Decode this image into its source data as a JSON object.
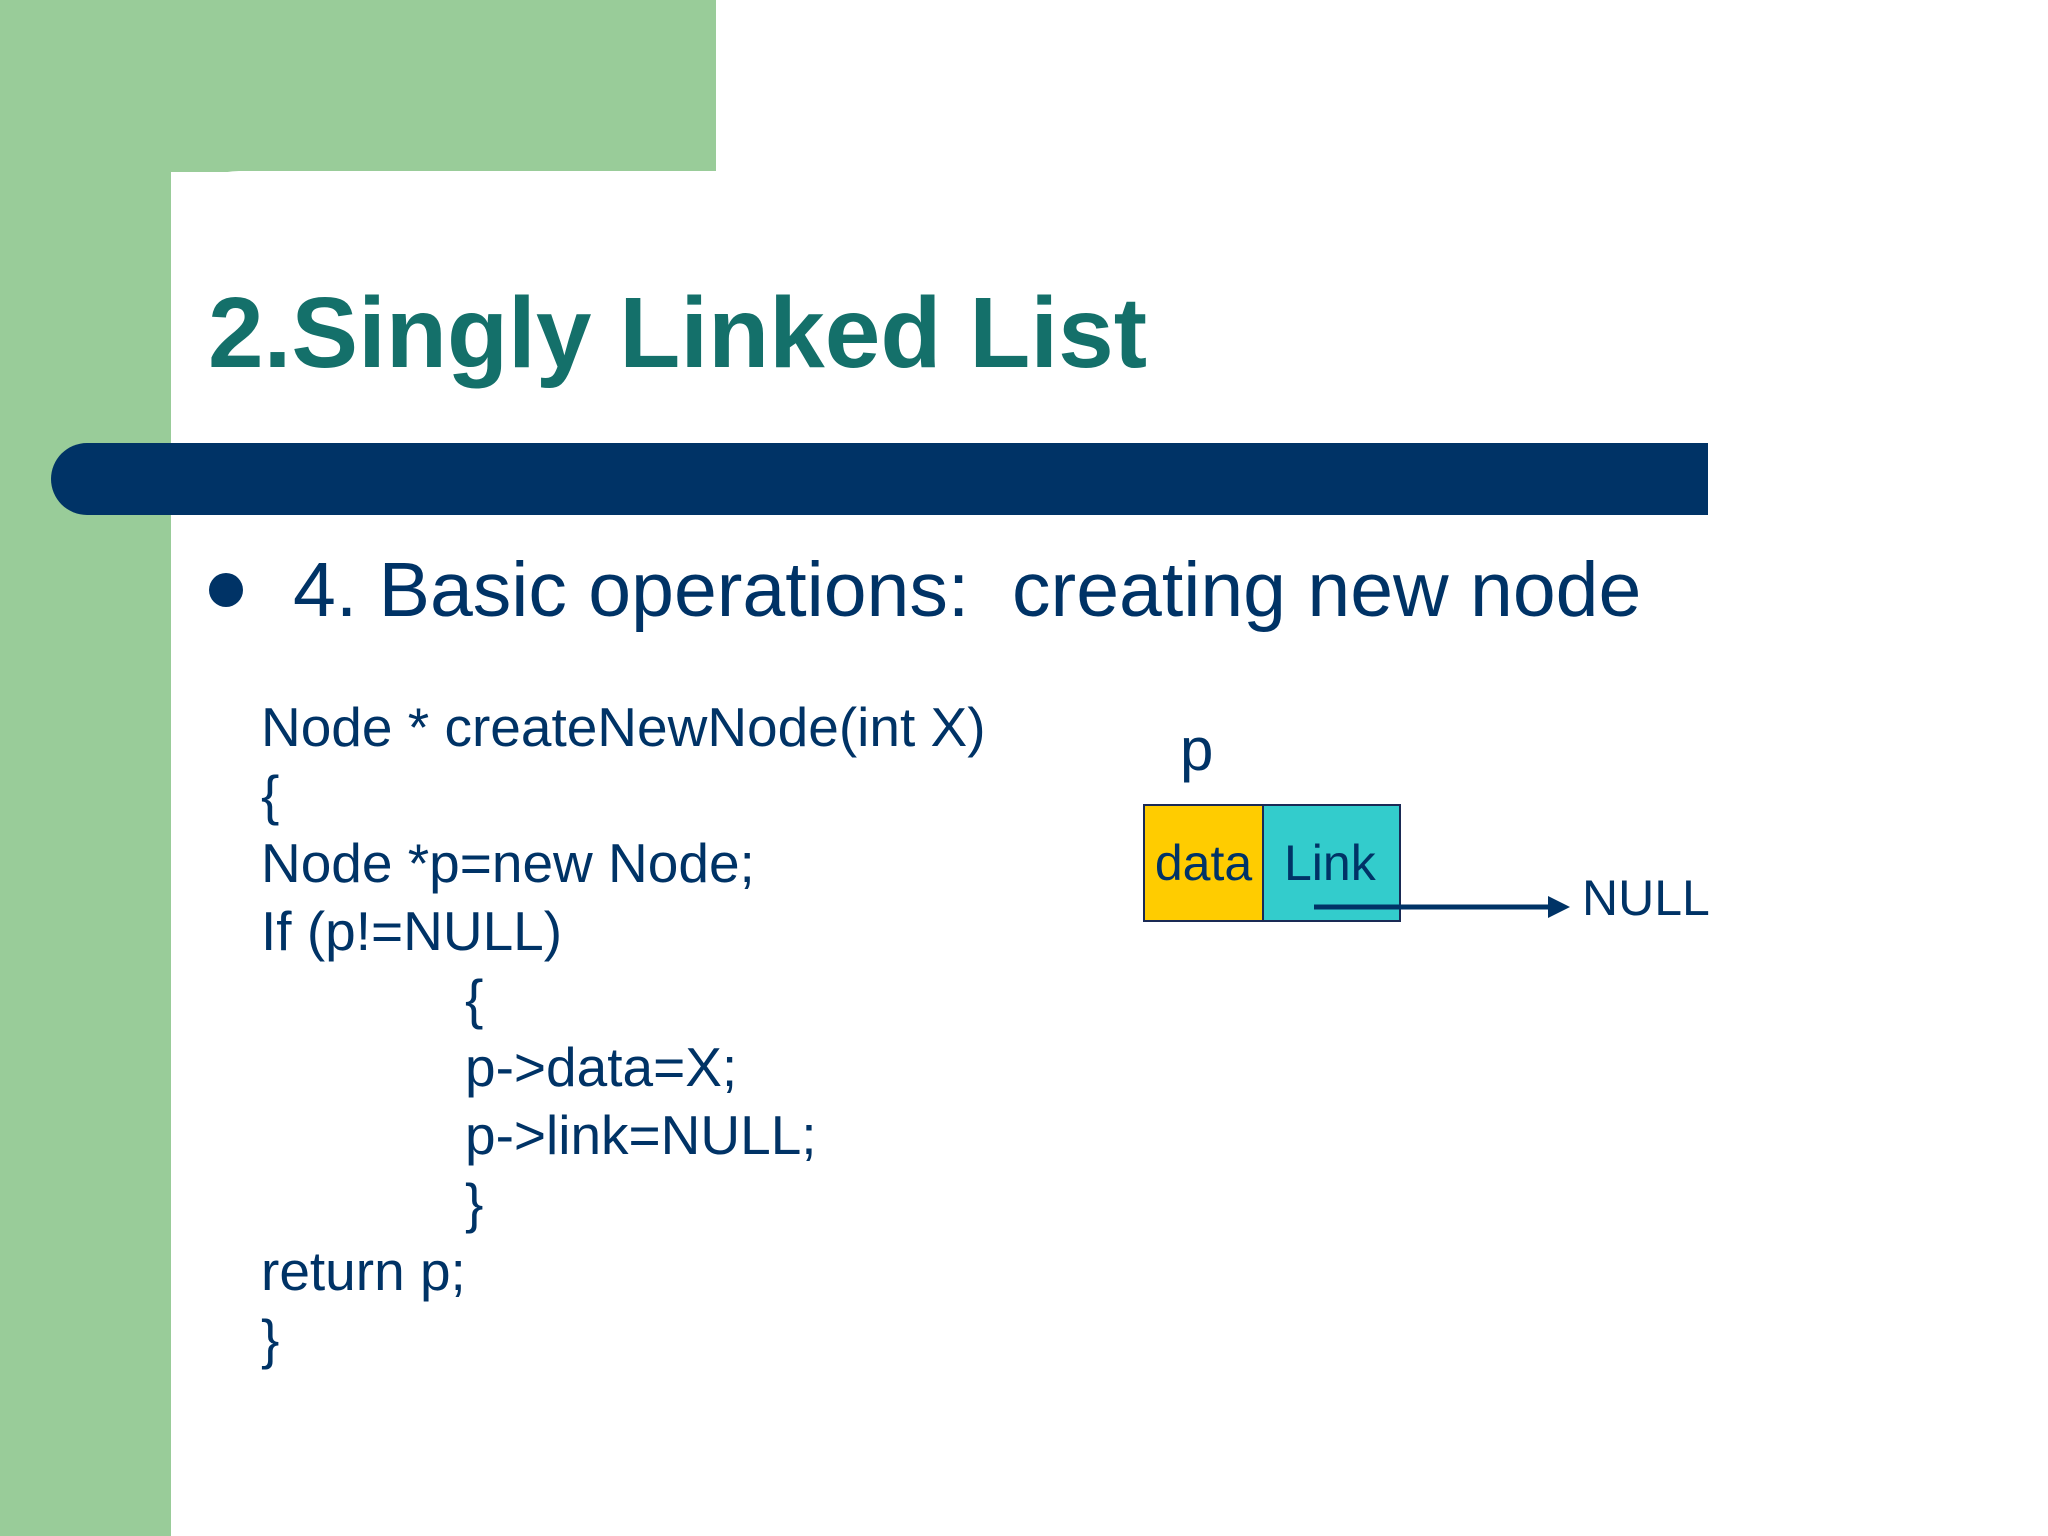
{
  "slide": {
    "title": "2.Singly Linked List",
    "bullet": "4. Basic operations:  creating new node",
    "code_lines": [
      "Node * createNewNode(int X)",
      "{",
      "Node *p=new Node;",
      "If (p!=NULL)",
      "{",
      "p->data=X;",
      "p->link=NULL;",
      "}",
      "return p;",
      "}"
    ],
    "diagram": {
      "pointer_label": "p",
      "data_label": "data",
      "link_label": "Link",
      "null_label": "NULL"
    }
  },
  "colors": {
    "green_accent": "#99cc99",
    "title_teal": "#14706a",
    "navy": "#003366",
    "data_yellow": "#ffcc00",
    "link_cyan": "#33cccc"
  }
}
